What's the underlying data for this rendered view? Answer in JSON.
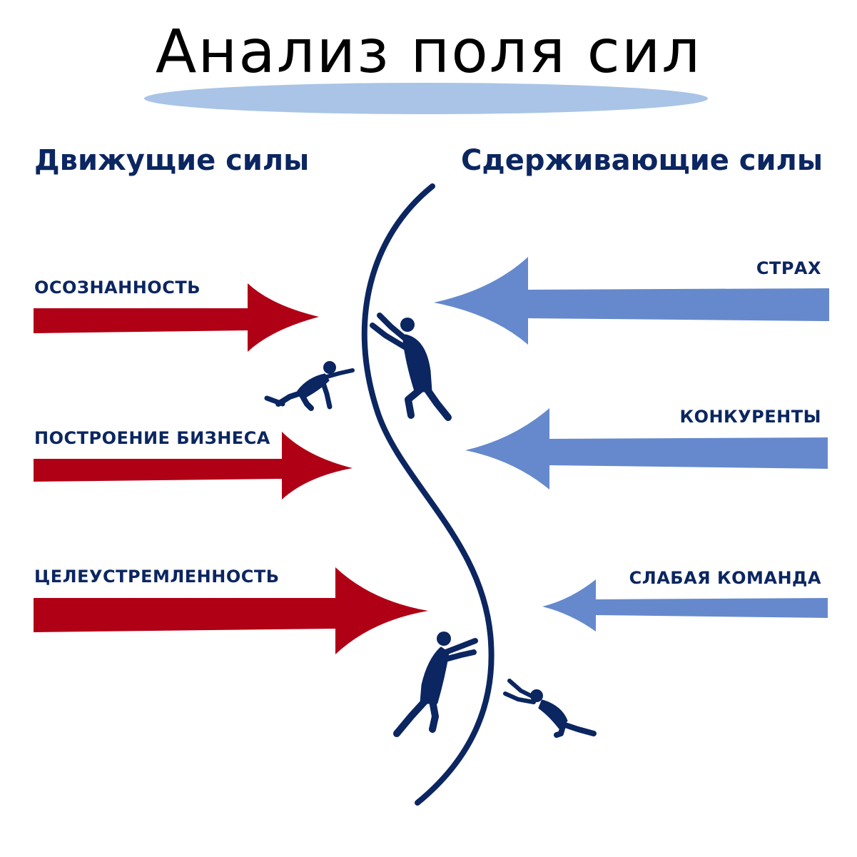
{
  "title": "Анализ поля сил",
  "colors": {
    "title_text": "#000000",
    "title_underline": "#a9c4e6",
    "heading_text": "#0b2660",
    "driving_arrow": "#b00015",
    "restraining_arrow": "#6589cc",
    "boundary_curve": "#0b2660",
    "figures": "#0b2660"
  },
  "driving": {
    "heading": "Движущие силы",
    "forces": [
      {
        "label": "осознанность",
        "strength": 2
      },
      {
        "label": "построение бизнеса",
        "strength": 2
      },
      {
        "label": "целеустремленность",
        "strength": 3
      }
    ]
  },
  "restraining": {
    "heading": "Сдерживающие силы",
    "forces": [
      {
        "label": "страх",
        "strength": 3
      },
      {
        "label": "конкуренты",
        "strength": 2
      },
      {
        "label": "слабая команда",
        "strength": 1
      }
    ]
  },
  "figures": [
    {
      "name": "person-pushing-top",
      "pose": "push"
    },
    {
      "name": "person-crawling-top",
      "pose": "crawl"
    },
    {
      "name": "person-pushing-bottom",
      "pose": "push"
    },
    {
      "name": "person-crawling-bottom",
      "pose": "crawl"
    }
  ]
}
